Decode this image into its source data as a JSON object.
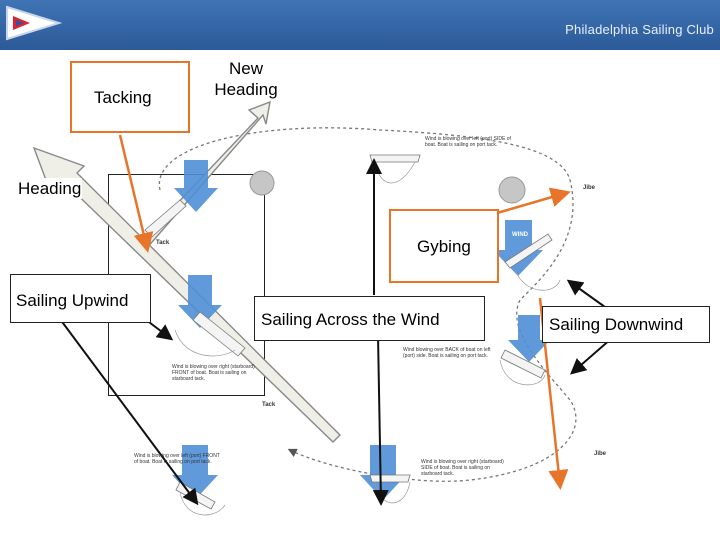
{
  "header": {
    "club_name": "Philadelphia Sailing Club"
  },
  "labels": {
    "tacking": "Tacking",
    "new_heading": "New\nHeading",
    "heading": "Heading",
    "gybing": "Gybing",
    "sailing_upwind": "Sailing Upwind",
    "sailing_across": "Sailing Across the Wind",
    "sailing_downwind": "Sailing Downwind"
  },
  "diagram_marks": {
    "tack_top": "Tack",
    "tack_bottom": "Tack",
    "jibe_top": "Jibe",
    "jibe_bottom": "Jibe",
    "wind": "WIND"
  },
  "captions": {
    "top_right": "Wind is blowing over left (port) SIDE of boat. Boat is sailing on port tack.",
    "middle_left": "Wind is blowing over right (starboard) FRONT of boat. Boat is sailing on starboard tack.",
    "middle_right": "Wind blowing over BACK of boat on left (port) side. Boat is sailing on port tack.",
    "bottom_left": "Wind is blowing over left (port) FRONT of boat. Boat is sailing on port tack.",
    "bottom_right": "Wind is blowing over right (starboard) SIDE of boat. Boat is sailing on starboard tack."
  },
  "colors": {
    "header": "#3366aa",
    "accent": "#e8742a",
    "wind_arrow": "#4f8fd6"
  }
}
